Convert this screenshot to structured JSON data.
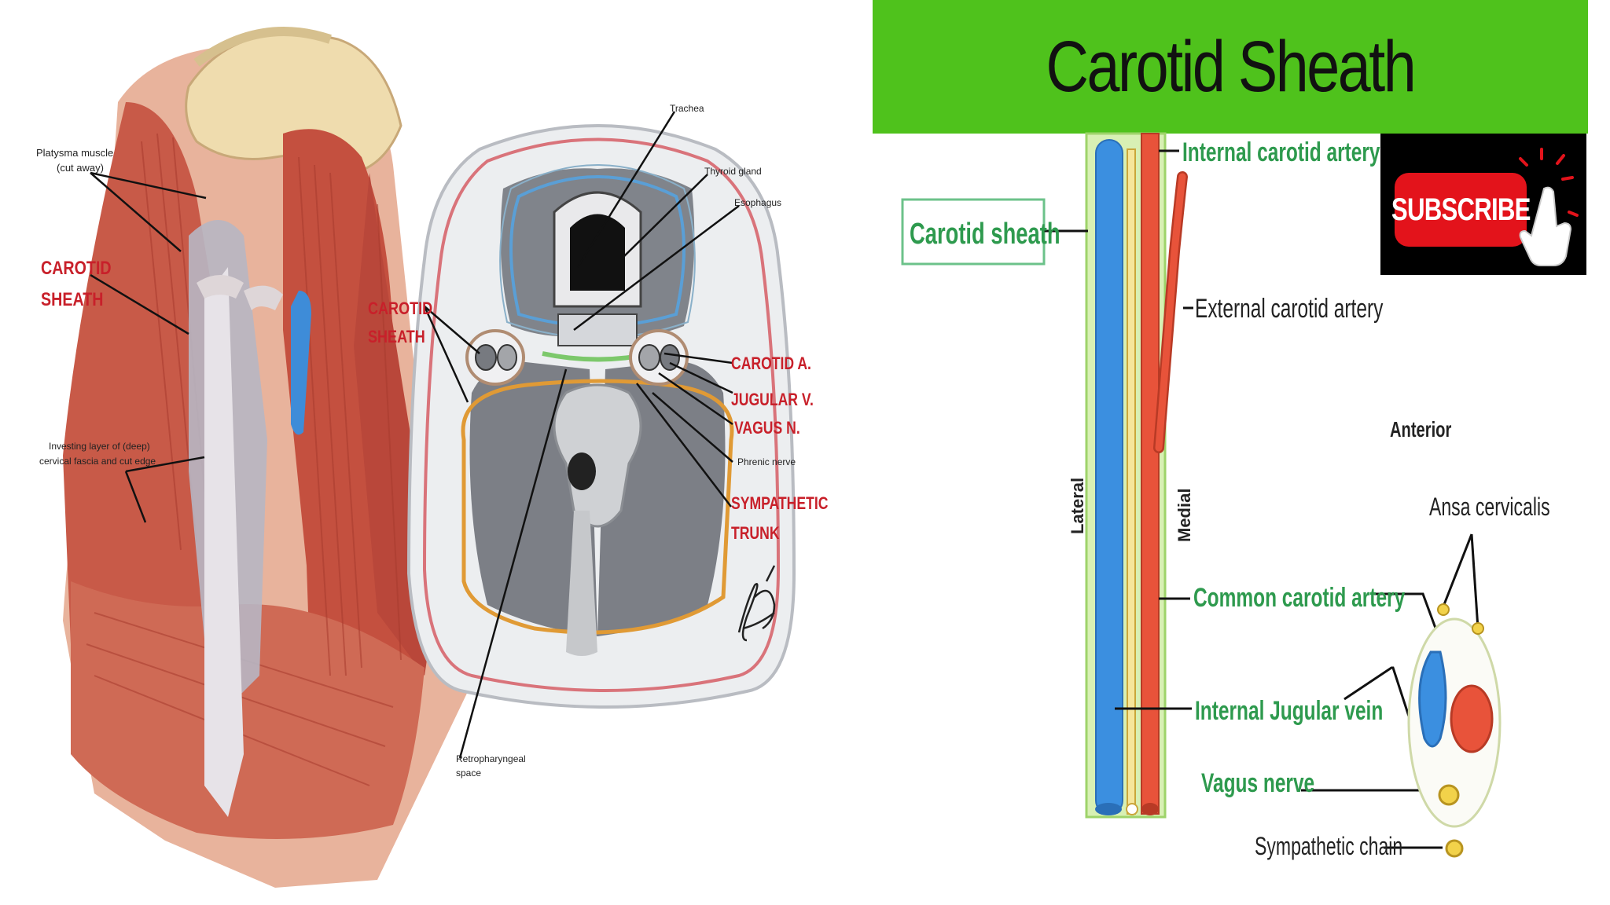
{
  "title": "Carotid Sheath",
  "subscribe_label": "SUBSCRIBE",
  "left_figure": {
    "labels": {
      "platysma_line1": "Platysma muscle",
      "platysma_line2": "(cut away)",
      "carotid_line1": "CAROTID",
      "carotid_line2": "SHEATH",
      "investing_line1": "Investing layer of (deep)",
      "investing_line2": "cervical fascia and cut edge"
    }
  },
  "cross_section": {
    "labels": {
      "trachea": "Trachea",
      "thyroid": "Thyroid gland",
      "esophagus": "Esophagus",
      "carotid_line1": "CAROTID",
      "carotid_line2": "SHEATH",
      "carotid_a": "CAROTID A.",
      "jugular_v": "JUGULAR V.",
      "vagus_n": "VAGUS N.",
      "phrenic": "Phrenic nerve",
      "sympathetic_line1": "SYMPATHETIC",
      "sympathetic_line2": "TRUNK",
      "retro_line1": "Retropharyngeal",
      "retro_line2": "space"
    }
  },
  "sheath_diagram": {
    "labels": {
      "carotid_sheath": "Carotid sheath",
      "internal_carotid": "Internal carotid artery",
      "external_carotid": "External carotid artery",
      "lateral": "Lateral",
      "medial": "Medial",
      "common_carotid": "Common carotid artery",
      "internal_jugular": "Internal Jugular vein",
      "vagus": "Vagus nerve",
      "anterior": "Anterior",
      "ansa": "Ansa cervicalis",
      "sympathetic_chain": "Sympathetic chain"
    }
  },
  "colors": {
    "title_bar": "#4fc21c",
    "artery": "#e8533a",
    "vein": "#3b8fe0",
    "nerve": "#f2d24a",
    "sheath": "#b7e07a",
    "label_red": "#c8202a",
    "label_green": "#2e9a4e"
  }
}
